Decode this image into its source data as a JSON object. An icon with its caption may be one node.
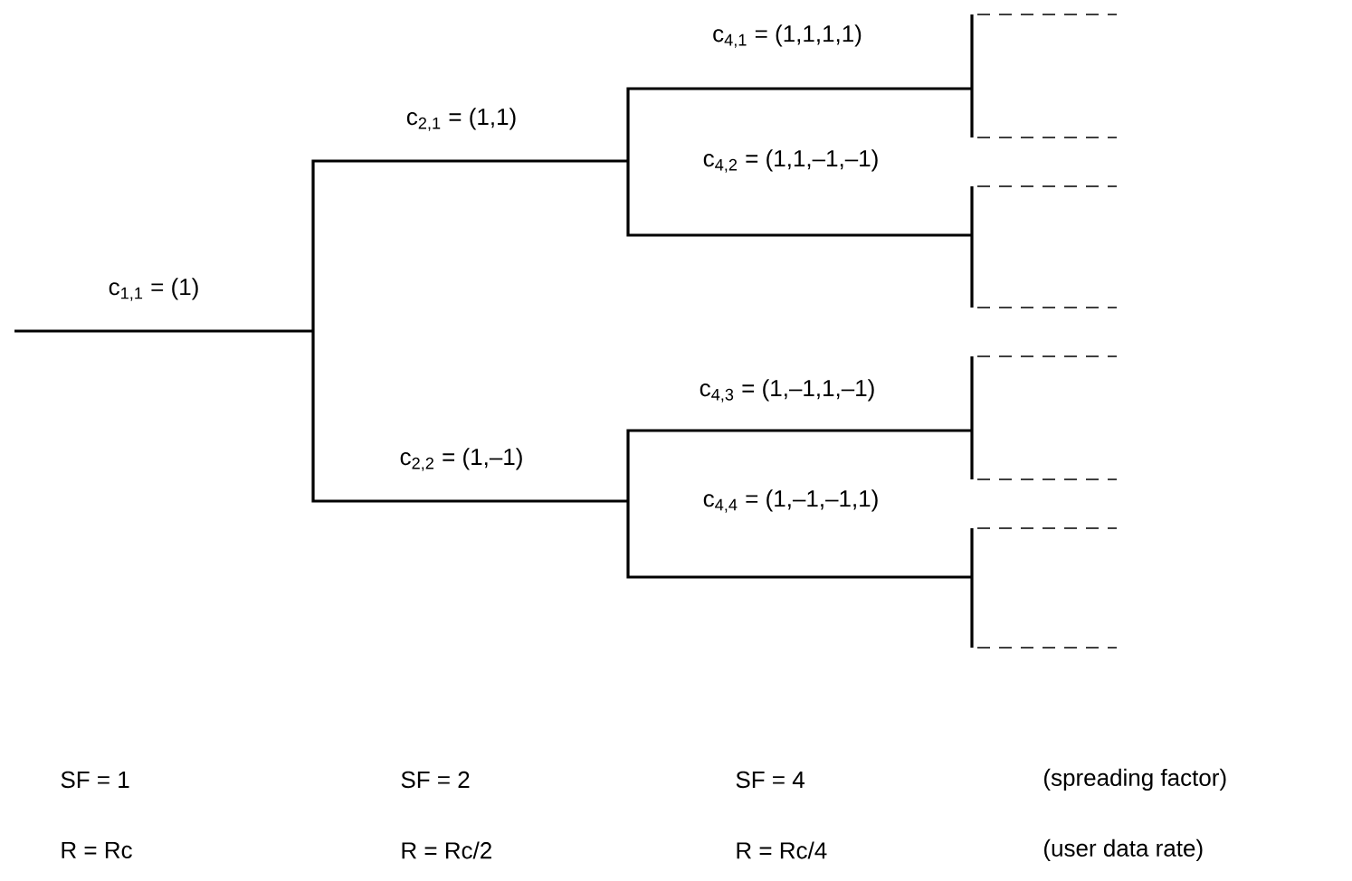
{
  "diagram": {
    "labels": [
      "c$_{4,1}$ = (1,1,1,1)",
      "c$_{2,1}$ = (1,1)",
      "c$_{4,2}$ = (1,1,–1,–1)",
      "c$_{1,1}$ = (1)",
      "c$_{4,3}$ = (1,–1,1,–1)",
      "c$_{2,2}$ = (1,–1)",
      "c$_{4,4}$ = (1,–1,–1,1)",
      "SF = 1",
      "SF = 2",
      "SF = 4",
      "(spreading factor)",
      "R = Rc",
      "R = Rc/2",
      "R = Rc/4",
      "(user data rate)"
    ]
  }
}
